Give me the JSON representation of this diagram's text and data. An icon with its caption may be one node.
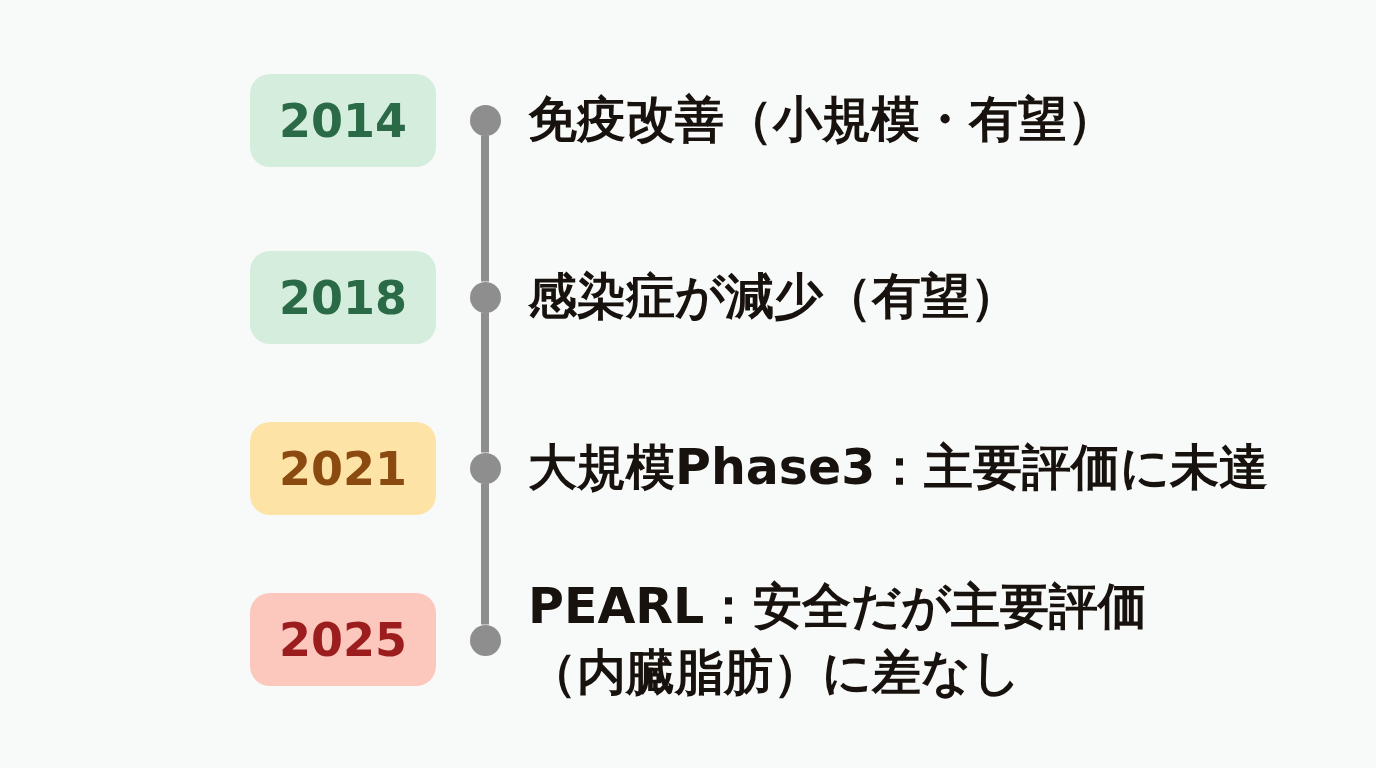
{
  "diagram": {
    "nodes": [
      {
        "text": [
          "2014"
        ]
      },
      {
        "text": [
          "2018"
        ]
      },
      {
        "text": [
          "2021"
        ]
      },
      {
        "text": [
          "2025"
        ]
      },
      {
        "text": [],
        "shape": "circle",
        "beside": [
          "免疫改善（小規模・有望）"
        ]
      },
      {
        "text": [],
        "shape": "circle",
        "beside": [
          "感染症が減少（有望）"
        ]
      },
      {
        "text": [],
        "shape": "circle",
        "beside": [
          "大規模Phase3：主要評価に未達"
        ]
      },
      {
        "text": [],
        "shape": "circle",
        "beside": [
          "PEARL：安全だが主要評価（内臓脂肪）に差なし"
        ]
      }
    ],
    "edges": [
      {
        "from": 4,
        "to": 5,
        "arrow": "none"
      },
      {
        "from": 5,
        "to": 6,
        "arrow": "none"
      },
      {
        "from": 6,
        "to": 7,
        "arrow": "none"
      }
    ]
  }
}
